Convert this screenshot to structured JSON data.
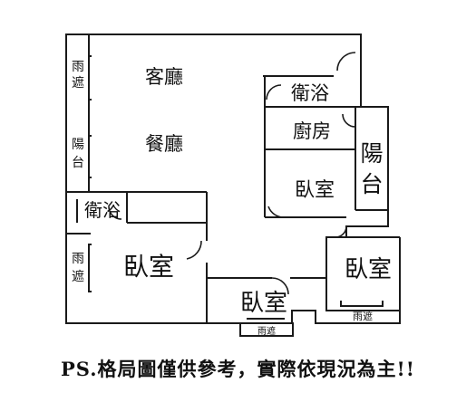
{
  "rooms": {
    "living": "客廳",
    "dining": "餐廳",
    "bath_top": "衛浴",
    "kitchen": "廚房",
    "balcony_right": [
      "陽",
      "台"
    ],
    "bedroom_center": "臥室",
    "bath_left": "衛浴",
    "bedroom_left": "臥室",
    "bedroom_bottom": "臥室",
    "bedroom_right": "臥室",
    "rain_shelter_top_left": [
      "雨",
      "遮"
    ],
    "balcony_left": [
      "陽",
      "台"
    ],
    "rain_shelter_left": [
      "雨",
      "遮"
    ],
    "rain_shelter_bottom": "雨遮",
    "rain_shelter_right": "雨遮"
  },
  "note": "PS.格局圖僅供參考，實際依現況為主!!",
  "colors": {
    "wall": "#1a1a1a",
    "background": "#ffffff"
  }
}
